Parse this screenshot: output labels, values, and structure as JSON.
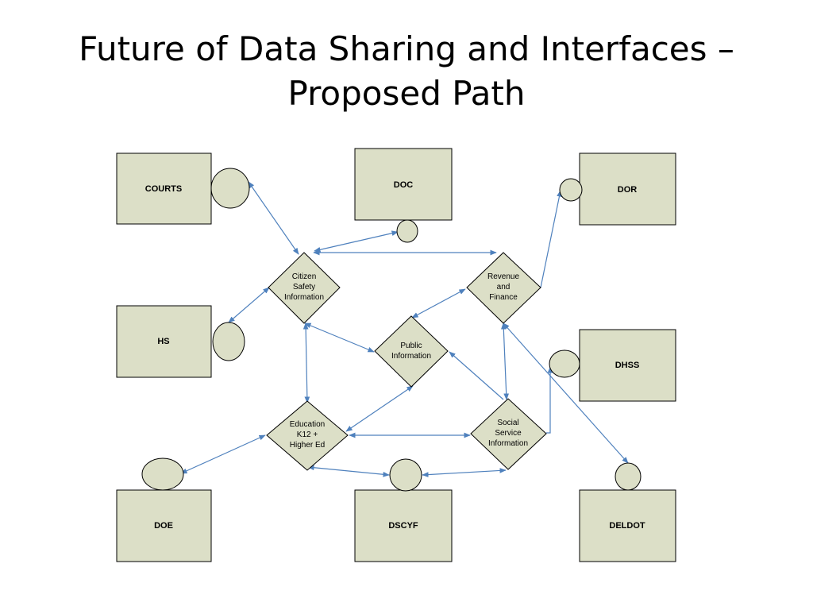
{
  "slide": {
    "title_line1": "Future of Data Sharing and Interfaces –",
    "title_line2": "Proposed Path"
  },
  "diagram": {
    "colors": {
      "box_fill": "#dcdfc7",
      "arrow": "#4f81bd",
      "border": "#000000"
    },
    "agencies": {
      "courts": "COURTS",
      "doc": "DOC",
      "dor": "DOR",
      "hs": "HS",
      "dhss": "DHSS",
      "doe": "DOE",
      "dscyf": "DSCYF",
      "deldot": "DELDOT"
    },
    "hubs": {
      "citizen_safety": [
        "Citizen",
        "Safety",
        "Information"
      ],
      "revenue_finance": [
        "Revenue",
        "and",
        "Finance"
      ],
      "public_info": [
        "Public",
        "Information"
      ],
      "education": [
        "Education",
        "K12 +",
        "Higher Ed"
      ],
      "social_service": [
        "Social",
        "Service",
        "Information"
      ]
    }
  }
}
